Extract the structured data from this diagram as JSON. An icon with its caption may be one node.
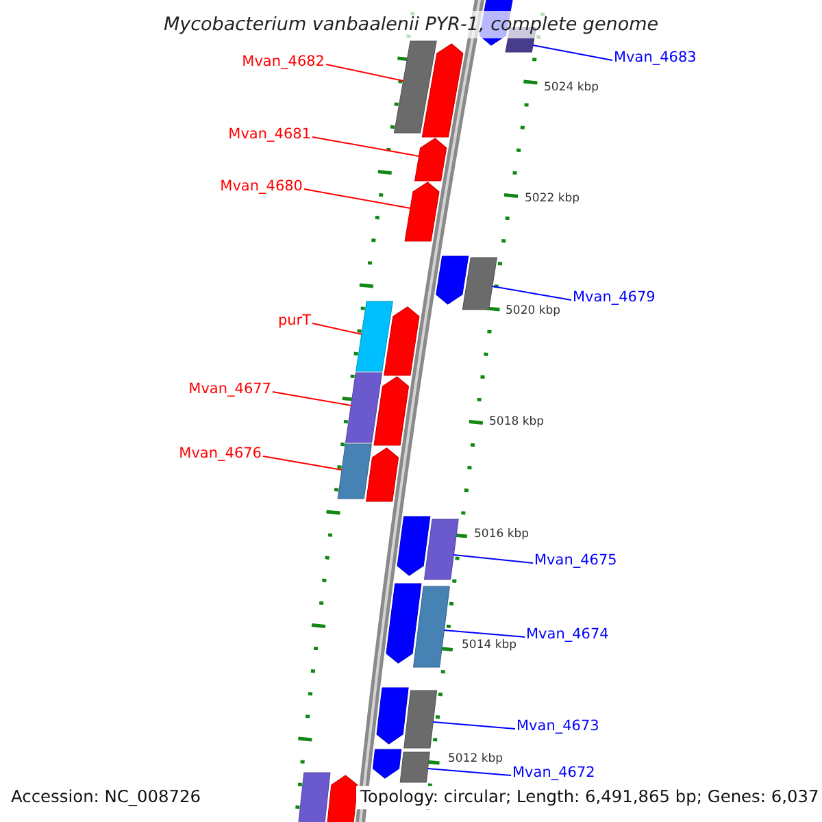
{
  "diagram": {
    "title": "Mycobacterium vanbaalenii PYR-1, complete genome",
    "nodes": [
      {
        "text": [],
        "shape": "pentagon"
      },
      {
        "text": [],
        "shape": "bar"
      },
      {
        "text": [
          "Mvan_4683"
        ]
      },
      {
        "text": [],
        "shape": "bar"
      },
      {
        "text": [],
        "shape": "pentagon"
      },
      {
        "text": [
          "Mvan_4682"
        ]
      },
      {
        "text": [],
        "shape": "pentagon"
      },
      {
        "text": [
          "Mvan_4681"
        ]
      },
      {
        "text": [],
        "shape": "pentagon"
      },
      {
        "text": [
          "Mvan_4680"
        ]
      },
      {
        "text": [],
        "shape": "pentagon"
      },
      {
        "text": [],
        "shape": "bar"
      },
      {
        "text": [
          "Mvan_4679"
        ]
      },
      {
        "text": [],
        "shape": "bar"
      },
      {
        "text": [],
        "shape": "pentagon"
      },
      {
        "text": [
          "purT"
        ]
      },
      {
        "text": [],
        "shape": "bar"
      },
      {
        "text": [],
        "shape": "pentagon"
      },
      {
        "text": [
          "Mvan_4677"
        ]
      },
      {
        "text": [],
        "shape": "bar"
      },
      {
        "text": [],
        "shape": "pentagon"
      },
      {
        "text": [
          "Mvan_4676"
        ]
      },
      {
        "text": [],
        "shape": "pentagon"
      },
      {
        "text": [],
        "shape": "bar"
      },
      {
        "text": [
          "Mvan_4675"
        ]
      },
      {
        "text": [],
        "shape": "pentagon"
      },
      {
        "text": [],
        "shape": "bar"
      },
      {
        "text": [
          "Mvan_4674"
        ]
      },
      {
        "text": [],
        "shape": "pentagon"
      },
      {
        "text": [],
        "shape": "bar"
      },
      {
        "text": [
          "Mvan_4673"
        ]
      },
      {
        "text": [],
        "shape": "pentagon"
      },
      {
        "text": [],
        "shape": "bar"
      },
      {
        "text": [
          "Mvan_4672"
        ]
      },
      {
        "text": [],
        "shape": "bar"
      },
      {
        "text": [],
        "shape": "pentagon"
      }
    ],
    "edges": [
      {
        "from": 2,
        "to": 1,
        "arrow": "none",
        "color": "#0000ff"
      },
      {
        "from": 5,
        "to": 3,
        "arrow": "none",
        "color": "#ff0000"
      },
      {
        "from": 7,
        "to": 6,
        "arrow": "none",
        "color": "#ff0000"
      },
      {
        "from": 9,
        "to": 8,
        "arrow": "none",
        "color": "#ff0000"
      },
      {
        "from": 12,
        "to": 11,
        "arrow": "none",
        "color": "#0000ff"
      },
      {
        "from": 15,
        "to": 13,
        "arrow": "none",
        "color": "#ff0000"
      },
      {
        "from": 18,
        "to": 16,
        "arrow": "none",
        "color": "#ff0000"
      },
      {
        "from": 21,
        "to": 19,
        "arrow": "none",
        "color": "#ff0000"
      },
      {
        "from": 24,
        "to": 23,
        "arrow": "none",
        "color": "#0000ff"
      },
      {
        "from": 27,
        "to": 26,
        "arrow": "none",
        "color": "#0000ff"
      },
      {
        "from": 30,
        "to": 29,
        "arrow": "none",
        "color": "#0000ff"
      },
      {
        "from": 33,
        "to": 32,
        "arrow": "none",
        "color": "#0000ff"
      }
    ],
    "labels": [
      "5024 kbp",
      "5022 kbp",
      "5020 kbp",
      "5018 kbp",
      "5016 kbp",
      "5014 kbp",
      "5012 kbp",
      "Accession: NC_008726",
      "Topology: circular; Length: 6,491,865 bp; Genes: 6,037"
    ]
  }
}
